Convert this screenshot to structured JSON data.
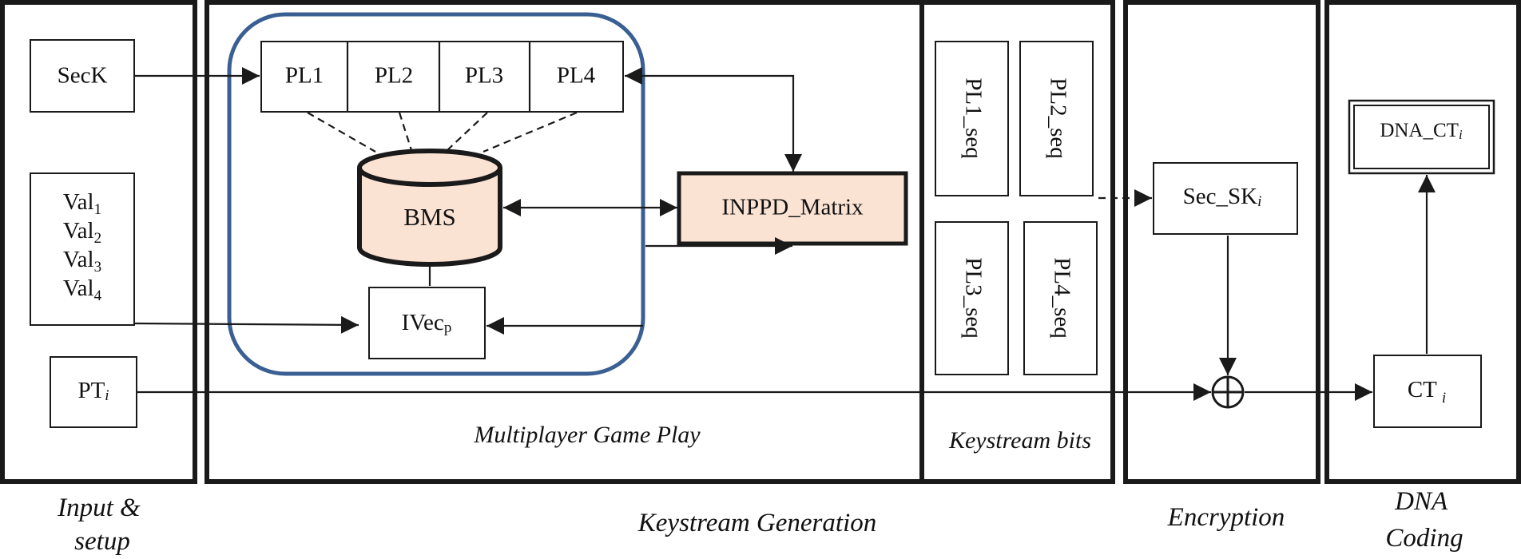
{
  "sections": {
    "input_setup": [
      "Input &",
      "setup"
    ],
    "keystream_generation": "Keystream Generation",
    "encryption": "Encryption",
    "dna_coding": [
      "DNA",
      "Coding"
    ]
  },
  "inner_titles": {
    "multiplayer_game_play": "Multiplayer Game Play",
    "keystream_bits": "Keystream bits"
  },
  "inputs": {
    "seck": "SecK",
    "vals": [
      {
        "base": "Val",
        "sub": "1"
      },
      {
        "base": "Val",
        "sub": "2"
      },
      {
        "base": "Val",
        "sub": "3"
      },
      {
        "base": "Val",
        "sub": "4"
      }
    ],
    "pt": {
      "base": "PT",
      "sub": "i"
    }
  },
  "players": [
    "PL1",
    "PL2",
    "PL3",
    "PL4"
  ],
  "bms": "BMS",
  "ivec": {
    "base": "IVec",
    "sub": "p"
  },
  "inppd_matrix": "INPPD_Matrix",
  "sequences": [
    "PL1_seq",
    "PL2_seq",
    "PL3_seq",
    "PL4_seq"
  ],
  "sec_sk": {
    "base": "Sec_SK",
    "sub": "i"
  },
  "ct": {
    "base": "CT",
    "sub": "i"
  },
  "dna_ct": {
    "base": "DNA_CT",
    "sub": "i"
  },
  "colors": {
    "game_frame": "#3a5f92",
    "highlight_fill": "#fbe3d4",
    "stroke": "#1a1a1a"
  }
}
